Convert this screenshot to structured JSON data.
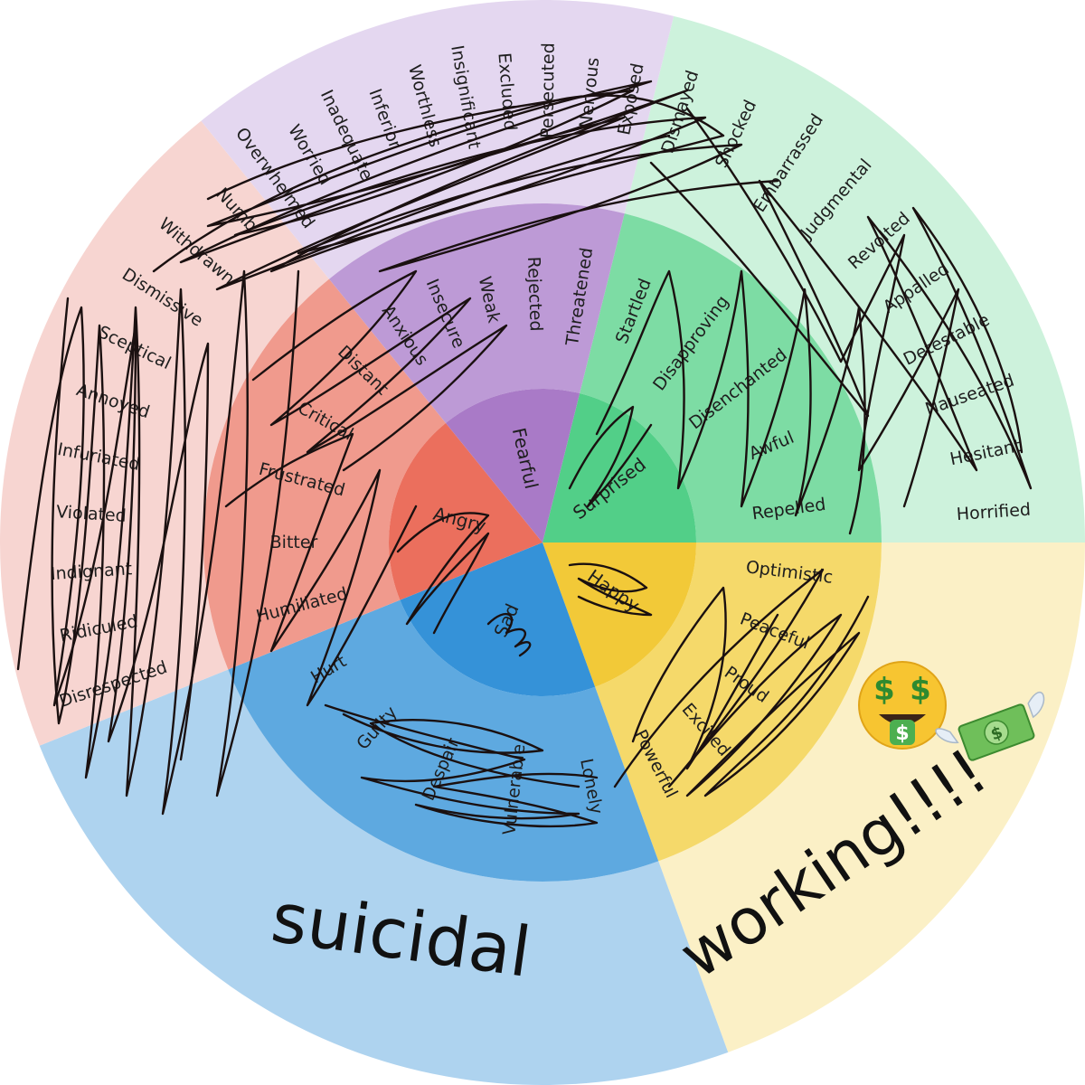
{
  "colors": {
    "surprised": [
      "#cdf2dc",
      "#7ddca4",
      "#52cf88"
    ],
    "happy": [
      "#fbf0c6",
      "#f5d96a",
      "#f2c938"
    ],
    "sad": [
      "#aed3ef",
      "#5ea9e0",
      "#3592d8"
    ],
    "angry": [
      "#f7d5d1",
      "#f09a8d",
      "#eb6f5d"
    ],
    "fearful": [
      "#e4d7f0",
      "#bd9ad6",
      "#a97ac7"
    ],
    "scribble": "#1a1010"
  },
  "wheel": {
    "segments": [
      {
        "key": "surprised",
        "core": "Surprised",
        "middle": [
          "Startled",
          "Disapproving",
          "Disenchanted",
          "Awful",
          "Repelled"
        ],
        "outer": [
          "Dismayed",
          "Shocked",
          "Embarrassed",
          "Judgmental",
          "Revolted",
          "Appalled",
          "Detestable",
          "Nauseated",
          "Hesitant",
          "Horrified"
        ]
      },
      {
        "key": "happy",
        "core": "Happy",
        "middle": [
          "Optimistic",
          "Peaceful",
          "Proud",
          "Excited",
          "Powerful"
        ],
        "outer": []
      },
      {
        "key": "sad",
        "core": "Sad",
        "middle": [
          "Lonely",
          "Vulnerable",
          "Despair",
          "Guilty",
          "Hurt"
        ],
        "outer": []
      },
      {
        "key": "angry",
        "core": "Angry",
        "middle": [
          "Humiliated",
          "Bitter",
          "Frustrated",
          "Critical",
          "Distant"
        ],
        "outer": [
          "Disrespected",
          "Ridiculed",
          "Indignant",
          "Violated",
          "Infuriated",
          "Annoyed",
          "Sceptical",
          "Dismissive",
          "Withdrawn",
          "Numb"
        ]
      },
      {
        "key": "fearful",
        "core": "Fearful",
        "middle": [
          "Anxious",
          "Insecure",
          "Weak",
          "Rejected",
          "Threatened"
        ],
        "outer": [
          "Overwhelmed",
          "Worried",
          "Inadequate",
          "Inferior",
          "Worthless",
          "Insignificant",
          "Excluded",
          "Persecuted",
          "Nervous",
          "Exposed"
        ]
      }
    ]
  },
  "annotations": {
    "suicidal": "suicidal",
    "working": "working!!!!"
  },
  "icons": [
    "money-mouth-face-icon",
    "money-with-wings-icon"
  ]
}
